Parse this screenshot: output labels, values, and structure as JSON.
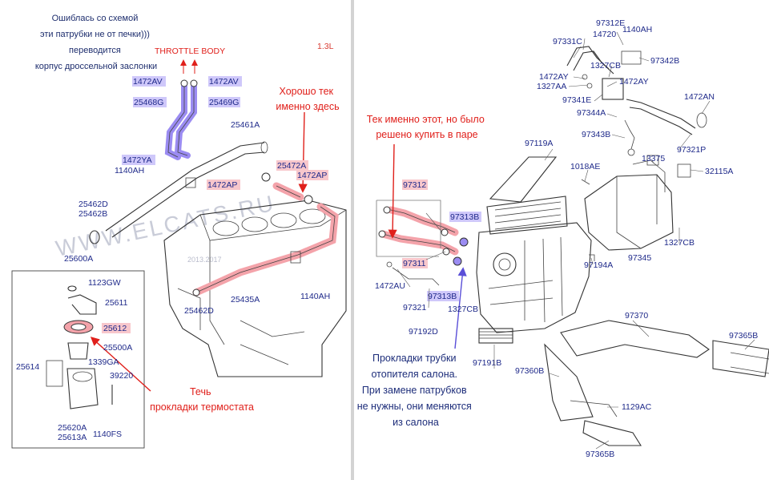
{
  "left_panel": {
    "note_lines": [
      "Ошиблась со схемой",
      "эти патрубки не от печки)))",
      "переводится",
      "корпус дроссельной заслонки"
    ],
    "engine": "1.3L",
    "throttle_body": "THROTTLE BODY",
    "good_leak_lines": [
      "Хорошо тек",
      "именно здесь"
    ],
    "thermostat_leak_lines": [
      "Течь",
      "прокладки термостата"
    ],
    "watermark": "WWW.ELCATS.RU",
    "date_stamp": "2013.2017",
    "labels": {
      "p1472AV_a": "1472AV",
      "p1472AV_b": "1472AV",
      "p25468G": "25468G",
      "p25469G": "25469G",
      "p25461A": "25461A",
      "p1472YA": "1472YA",
      "p1140AH_a": "1140AH",
      "p25472A": "25472A",
      "p1472AP_a": "1472AP",
      "p1472AP_b": "1472AP",
      "p25462D_a": "25462D",
      "p25462B": "25462B",
      "p25600A": "25600A",
      "p1123GW": "1123GW",
      "p25611": "25611",
      "p25612": "25612",
      "p25500A": "25500A",
      "p25614": "25614",
      "p1339GA": "1339GA",
      "p39220": "39220",
      "p25620A": "25620A",
      "p25613A": "25613A",
      "p1140FS": "1140FS",
      "p25435A": "25435A",
      "p25462D_b": "25462D",
      "p1140AH_b": "1140AH"
    }
  },
  "right_panel": {
    "exact_part_lines": [
      "Тек именно этот, но было",
      "решено купить в паре"
    ],
    "gasket_note_lines": [
      "Прокладки трубки",
      "отопителя салона.",
      "При замене патрубков",
      "не нужны, они меняются",
      "из салона"
    ],
    "labels": {
      "p97312E": "97312E",
      "p14720": "14720",
      "p1140AH": "1140AH",
      "p97331C": "97331C",
      "p1327CB_a": "1327CB",
      "p97342B": "97342B",
      "p1472AY_a": "1472AY",
      "p1472AY_b": "1472AY",
      "p1327AA": "1327AA",
      "p97341E": "97341E",
      "p1472AN": "1472AN",
      "p97344A": "97344A",
      "p97343B": "97343B",
      "p97321P": "97321P",
      "p97119A": "97119A",
      "p1018AE": "1018AE",
      "p13375": "13375",
      "p32115A": "32115A",
      "p97312": "97312",
      "p97313B_a": "97313B",
      "p97311": "97311",
      "p1472AU": "1472AU",
      "p97321": "97321",
      "p97313B_b": "97313B",
      "p1327CB_b": "1327CB",
      "p1327CB_c": "1327CB",
      "p97194A": "97194A",
      "p97345": "97345",
      "p97192D": "97192D",
      "p97191B": "97191B",
      "p97370": "97370",
      "p97365B_a": "97365B",
      "p97360B": "97360B",
      "p1129AC": "1129AC",
      "p97365B_b": "97365B"
    }
  },
  "colors": {
    "label_blue": "#1f2a8a",
    "annotation_red": "#e0201b",
    "highlight_purple": "#9b8cf2",
    "highlight_pink": "#f4a3aa",
    "divider_gray": "#d3d3d3",
    "right_background": "#ffffff"
  }
}
